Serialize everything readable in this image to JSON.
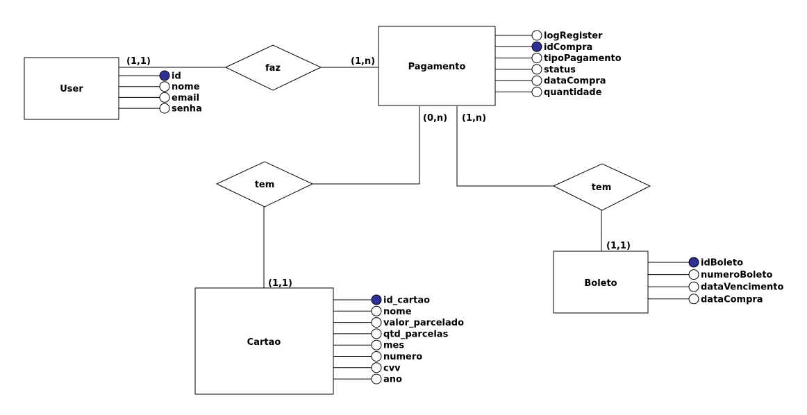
{
  "colors": {
    "key_attribute": "#2e3192",
    "attribute": "#ffffff",
    "stroke": "#000000"
  },
  "entities": {
    "user": {
      "name": "User",
      "attributes": [
        {
          "label": "id",
          "key": true
        },
        {
          "label": "nome",
          "key": false
        },
        {
          "label": "email",
          "key": false
        },
        {
          "label": "senha",
          "key": false
        }
      ]
    },
    "pagamento": {
      "name": "Pagamento",
      "attributes": [
        {
          "label": "logRegister",
          "key": false
        },
        {
          "label": "idCompra",
          "key": true
        },
        {
          "label": "tipoPagamento",
          "key": false
        },
        {
          "label": "status",
          "key": false
        },
        {
          "label": "dataCompra",
          "key": false
        },
        {
          "label": "quantidade",
          "key": false
        }
      ]
    },
    "cartao": {
      "name": "Cartao",
      "attributes": [
        {
          "label": "id_cartao",
          "key": true
        },
        {
          "label": "nome",
          "key": false
        },
        {
          "label": "valor_parcelado",
          "key": false
        },
        {
          "label": "qtd_parcelas",
          "key": false
        },
        {
          "label": "mes",
          "key": false
        },
        {
          "label": "numero",
          "key": false
        },
        {
          "label": "cvv",
          "key": false
        },
        {
          "label": "ano",
          "key": false
        }
      ]
    },
    "boleto": {
      "name": "Boleto",
      "attributes": [
        {
          "label": "idBoleto",
          "key": true
        },
        {
          "label": "numeroBoleto",
          "key": false
        },
        {
          "label": "dataVencimento",
          "key": false
        },
        {
          "label": "dataCompra",
          "key": false
        }
      ]
    }
  },
  "relationships": {
    "faz": {
      "name": "faz"
    },
    "tem_cartao": {
      "name": "tem"
    },
    "tem_boleto": {
      "name": "tem"
    }
  },
  "cardinalities": {
    "user_faz": "(1,1)",
    "faz_pagamento": "(1,n)",
    "pagamento_cartao": "(0,n)",
    "pagamento_boleto": "(1,n)",
    "cartao_tem": "(1,1)",
    "boleto_tem": "(1,1)"
  }
}
